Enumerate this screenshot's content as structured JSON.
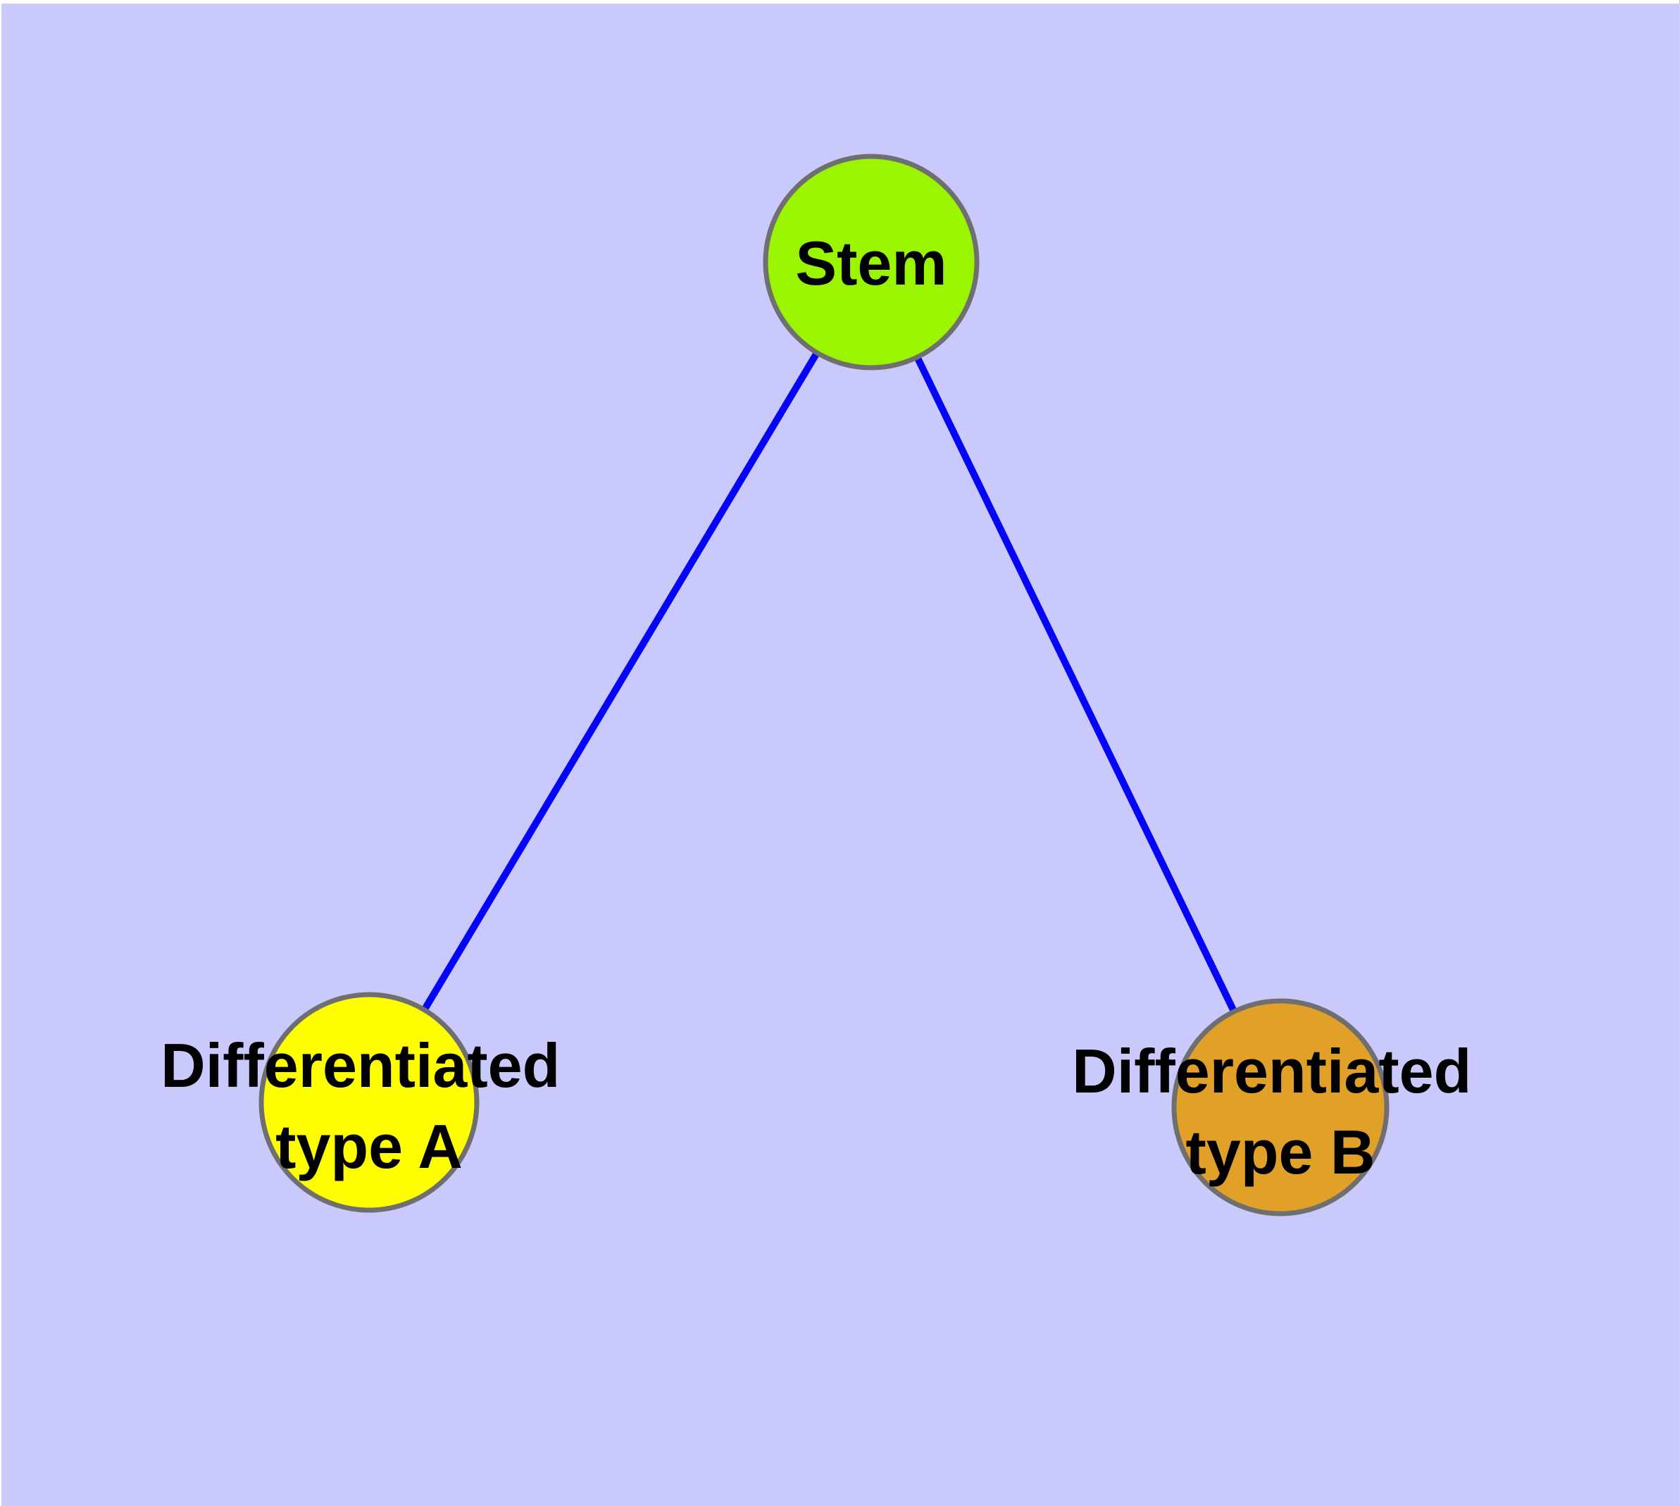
{
  "diagram": {
    "background_color": "#C9C9FB",
    "edge_color": "#0404FB",
    "node_border_color": "#6F6F6F",
    "text_color": "#000000",
    "nodes": [
      {
        "id": "stem",
        "label": "Stem",
        "fill": "#9BF500"
      },
      {
        "id": "differentiated-type-a",
        "label_line1": "Differentiated",
        "label_line2": "type A",
        "fill": "#FEFE00"
      },
      {
        "id": "differentiated-type-b",
        "label_line1": "Differentiated",
        "label_line2": "type B",
        "fill": "#E1A129"
      }
    ],
    "edges": [
      {
        "from": "Stem",
        "to": "Differentiated type A"
      },
      {
        "from": "Stem",
        "to": "Differentiated type B"
      }
    ]
  }
}
